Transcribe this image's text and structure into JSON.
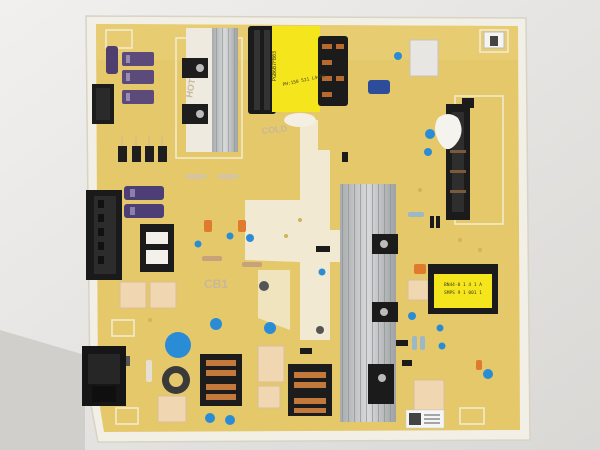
{
  "photo": {
    "board_marks": {
      "cold": "COLD",
      "hot": "HOT",
      "cb1": "CB1"
    },
    "transformer_label": {
      "line1": "PGB6B7FB03",
      "line2": "PH:150   521 L4460"
    },
    "module_label": {
      "line1": "BN44-0 1 4 1 A",
      "line2": "SMPS 9 1 001 1"
    },
    "colors": {
      "pcb": "#e4c86a",
      "silkscreen": "#f4efe1",
      "heatsink": "#c2c4c6",
      "yellow_label": "#f5e51c",
      "connector": "#1e1e1e",
      "capacitor_blue": "#2b8cd6"
    }
  }
}
